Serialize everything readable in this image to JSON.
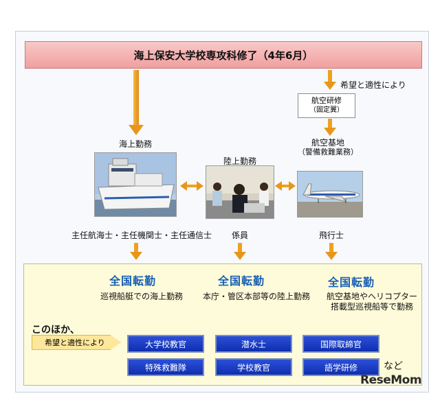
{
  "header": {
    "title": "海上保安大学校専攻科修了（4年6月）"
  },
  "aviation": {
    "condition": "希望と適性により",
    "training_title": "航空研修",
    "training_sub": "（固定翼）",
    "base_title": "航空基地",
    "base_sub": "（警備救難業務）"
  },
  "tracks": {
    "sea": {
      "label": "海上勤務",
      "role": "主任航海士・主任機関士・主任通信士"
    },
    "land": {
      "label": "陸上勤務",
      "role": "係員"
    },
    "air": {
      "role": "飛行士"
    }
  },
  "transfer": {
    "heading": "全国転勤",
    "sea_desc": "巡視船艇での海上勤務",
    "land_desc": "本庁・管区本部等の陸上勤務",
    "air_desc_line1": "航空基地やヘリコプター",
    "air_desc_line2": "搭載型巡視船等で勤務"
  },
  "others": {
    "intro": "このほか、",
    "condition": "希望と適性により",
    "buttons": [
      "大学校教官",
      "潜水士",
      "国際取締官",
      "特殊救難隊",
      "学校教官",
      "語学研修"
    ],
    "suffix": "など"
  },
  "watermark": {
    "logo": "ReseMom"
  },
  "colors": {
    "arrow": "#f0a020",
    "button_blue": "#1638c4",
    "heading_blue": "#1a5fb4",
    "header_pink": "#f4b0b0"
  }
}
